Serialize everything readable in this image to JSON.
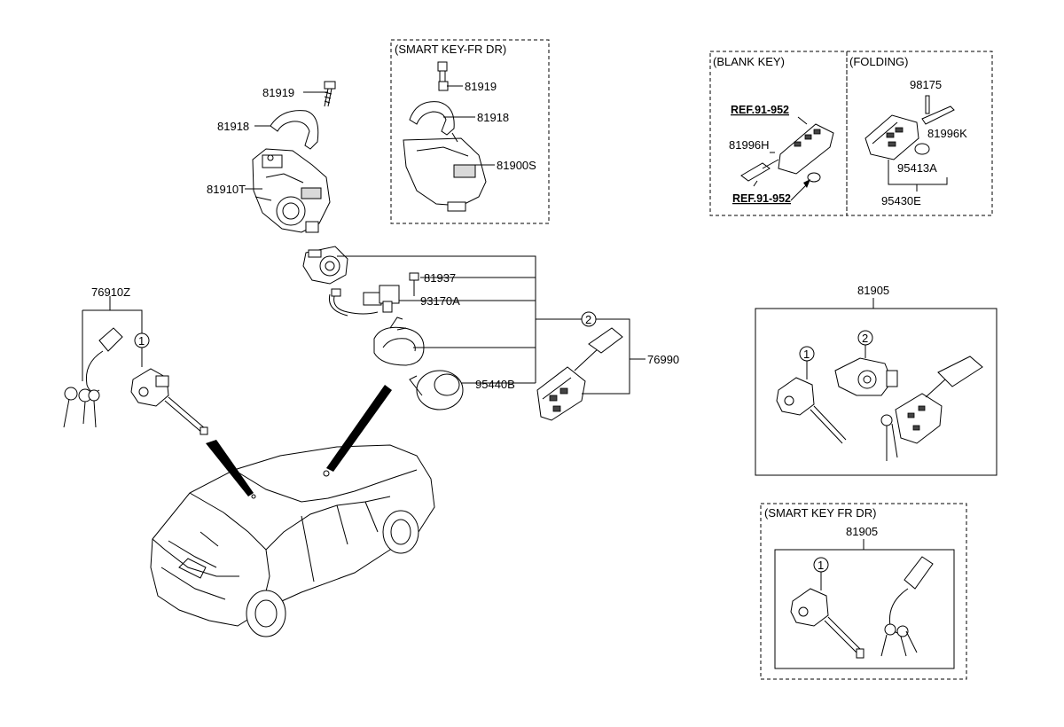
{
  "boxes": {
    "smart_key_fr_dr_top": "(SMART KEY-FR DR)",
    "blank_key": "(BLANK KEY)",
    "folding": "(FOLDING)",
    "smart_key_fr_dr_bottom": "(SMART KEY FR DR)"
  },
  "labels": {
    "p81919": "81919",
    "p81918": "81918",
    "p81910T": "81910T",
    "p81919b": "81919",
    "p81918b": "81918",
    "p81900S": "81900S",
    "p81937": "81937",
    "p93170A": "93170A",
    "p95440B": "95440B",
    "p76990": "76990",
    "p76910Z": "76910Z",
    "ref1": "REF.91-952",
    "ref2": "REF.91-952",
    "p81996H": "81996H",
    "p98175": "98175",
    "p81996K": "81996K",
    "p95413A": "95413A",
    "p95430E": "95430E",
    "p81905a": "81905",
    "p81905b": "81905"
  },
  "callouts": {
    "c1a": "1",
    "c2a": "2",
    "c1b": "1",
    "c2b": "2",
    "c1c": "1"
  }
}
